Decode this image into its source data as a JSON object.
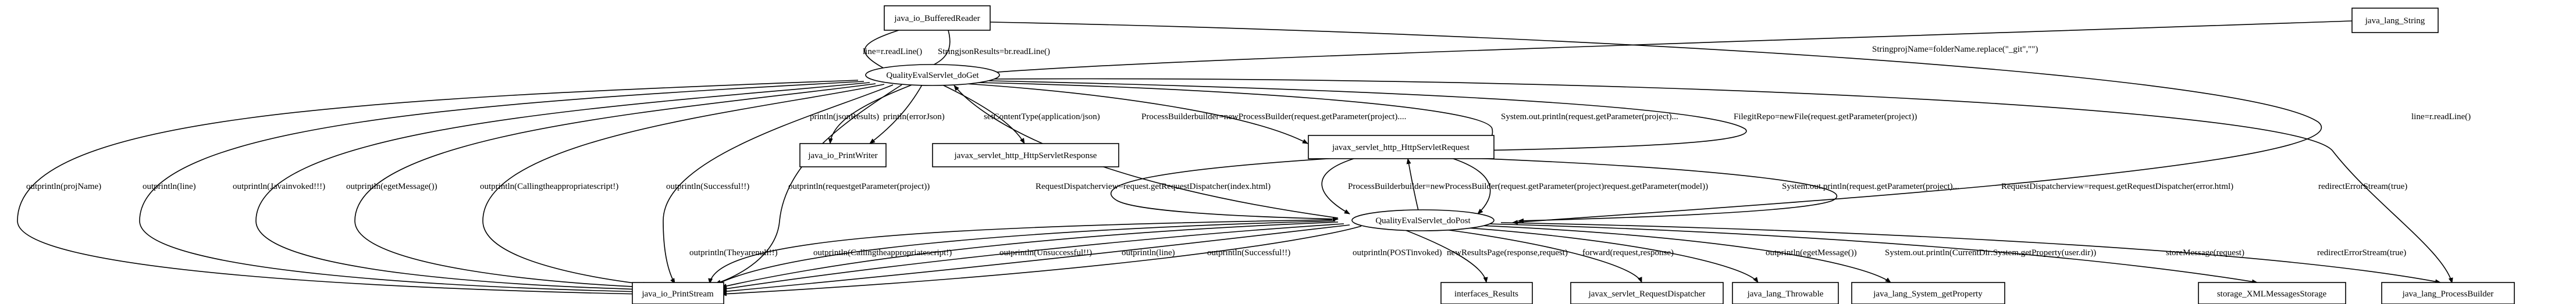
{
  "nodes": {
    "buffered_reader": "java_io_BufferedReader",
    "lang_string": "java_lang_String",
    "doget": "QualityEvalServlet_doGet",
    "print_writer": "java_io_PrintWriter",
    "servlet_response": "javax_servlet_http_HttpServletResponse",
    "servlet_request": "javax_servlet_http_HttpServletRequest",
    "dopost": "QualityEvalServlet_doPost",
    "print_stream": "java_io_PrintStream",
    "results": "interfaces_Results",
    "dispatcher": "javax_servlet_RequestDispatcher",
    "throwable": "java_lang_Throwable",
    "get_property": "java_lang_System_getProperty",
    "xml_storage": "storage_XMLMessagesStorage",
    "process_builder": "java_lang_ProcessBuilder"
  },
  "edge_labels": {
    "br_line": "line=r.readLine()",
    "br_string": "StringjsonResults=br.readLine()",
    "string_proj": "StringprojName=folderName.replace(\"_git\",\"\")",
    "get_line": "line=r.readLine()",
    "pw1": "println(jsonResults)",
    "pw2": "println(errorJson)",
    "resp": "setContentType(application/json)",
    "req_pb": "ProcessBuilderbuilder=newProcessBuilder(request.getParameter(project)....",
    "req_sysout": "System.out.println(request.getParameter(project)...",
    "req_file": "FilegitRepo=newFile(request.getParameter(project))",
    "ps_g1": "outprintln(projName)",
    "ps_g2": "outprintln(line)",
    "ps_g3": "outprintln(Javainvoked!!!)",
    "ps_g4": "outprintln(egetMessage())",
    "ps_g5": "outprintln(Callingtheappropriatescript!)",
    "ps_g6": "outprintln(Successful!!)",
    "ps_g7": "outprintln(requestgetParameter(project))",
    "post_disp1": "RequestDispatcherview=request.getRequestDispatcher(index.html)",
    "post_pb": "ProcessBuilderbuilder=newProcessBuilder(request.getParameter(project)request.getParameter(model))",
    "post_sysout": "System.out.println(request.getParameter(project)...",
    "post_disp2": "RequestDispatcherview=request.getRequestDispatcher(error.html)",
    "redirect_g": "redirectErrorStream(true)",
    "ps_p1": "outprintln(Theyarenull!!)",
    "ps_p2": "outprintln(Callingtheappropriatescript!)",
    "ps_p3": "outprintln(Unsuccessful!!)",
    "ps_p4": "outprintln(line)",
    "ps_p5": "outprintln(Successful!!)",
    "ps_p6": "outprintln(POSTinvoked)",
    "results_e": "newResultsPage(response,request)",
    "forward_e": "forward(request,response)",
    "throwable_e": "outprintln(egetMessage())",
    "prop_e": "System.out.println(CurrentDir:System.getProperty(user.dir))",
    "xml_e": "storeMessage(request)",
    "redirect_p": "redirectErrorStream(true)"
  }
}
